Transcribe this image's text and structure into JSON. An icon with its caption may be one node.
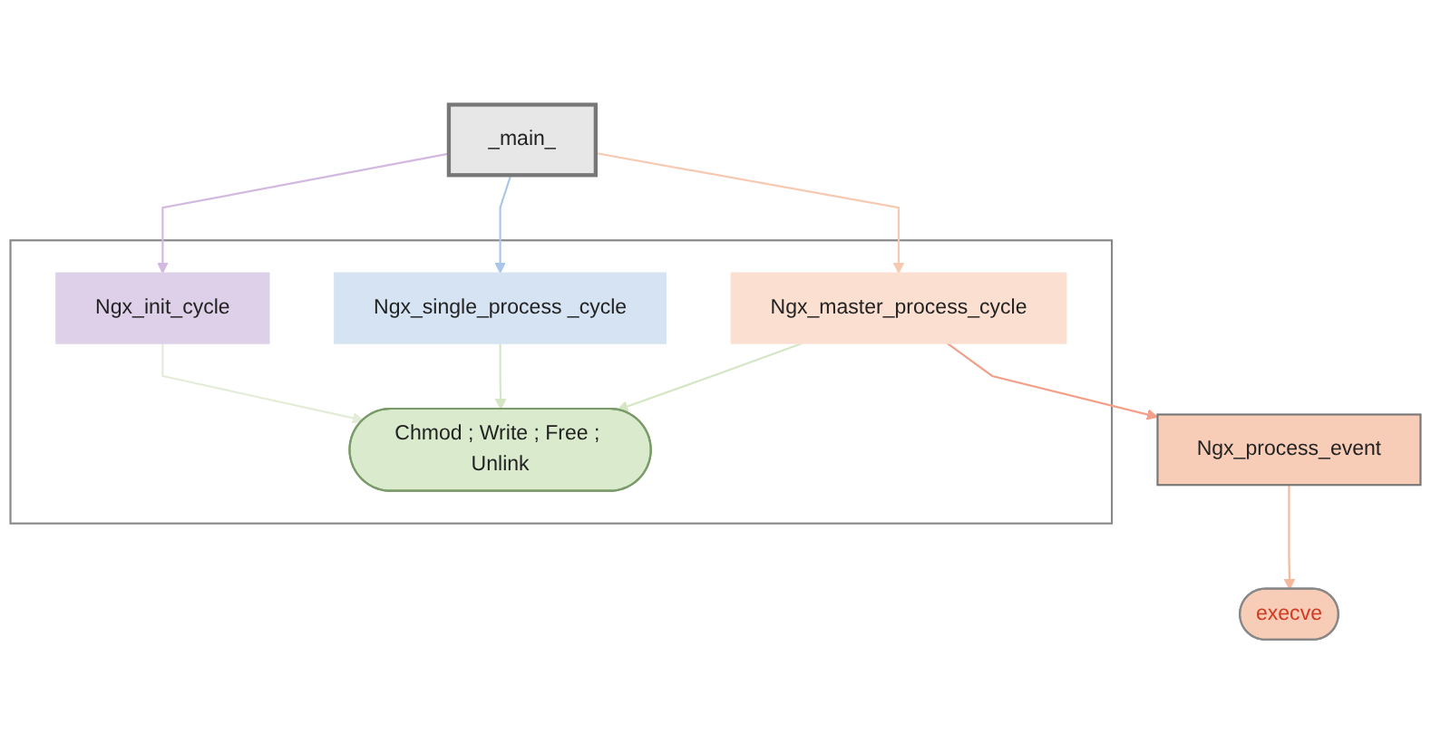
{
  "diagram": {
    "nodes": [
      {
        "text": [
          "_main_"
        ]
      },
      {
        "text": [],
        "shape": "box"
      },
      {
        "text": [
          "Ngx_init_cycle"
        ],
        "in": 1
      },
      {
        "text": [
          "Ngx_single_process _cycle"
        ],
        "in": 1
      },
      {
        "text": [
          "Ngx_master_process_cycle"
        ],
        "in": 1
      },
      {
        "text": [
          "Chmod ; Write ; Free ; Unlink"
        ],
        "in": 1
      },
      {
        "text": [
          "Ngx_process_event"
        ]
      },
      {
        "text": [
          "execve"
        ]
      }
    ],
    "edges": [
      {
        "from": 0,
        "to": 2,
        "arrow": "to",
        "color": "#d3b8e0"
      },
      {
        "from": 0,
        "to": 3,
        "arrow": "to",
        "color": "#a9c6e8"
      },
      {
        "from": 0,
        "to": 4,
        "arrow": "to",
        "color": "#f7c9b0"
      },
      {
        "from": 2,
        "to": 5,
        "arrow": "to",
        "color": "#e3ecd6"
      },
      {
        "from": 3,
        "to": 5,
        "arrow": "to",
        "color": "#d4e6c4"
      },
      {
        "from": 4,
        "to": 5,
        "arrow": "to",
        "color": "#d4e6c4"
      },
      {
        "from": 4,
        "to": 6,
        "arrow": "to",
        "color": "#f2a08a"
      },
      {
        "from": 6,
        "to": 7,
        "arrow": "to",
        "color": "#f5b89c"
      }
    ]
  }
}
